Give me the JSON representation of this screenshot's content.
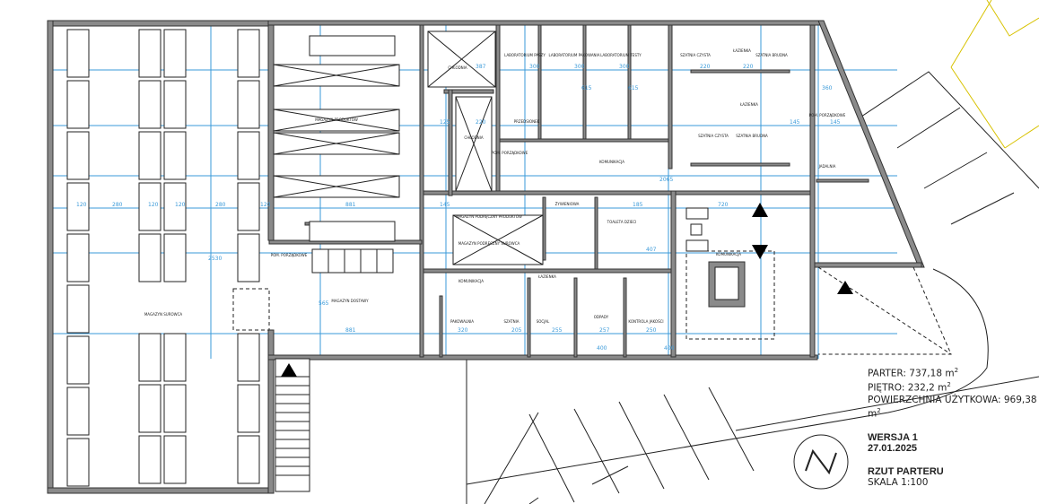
{
  "title_block": {
    "parter_label": "PARTER: 737,18 m",
    "pietro_label": "PIĘTRO: 232,2 m",
    "powierzchnia_label": "POWIERZCHNIA UŻYTKOWA: 969,38 m",
    "sup": "2",
    "version": "WERSJA 1",
    "date": "27.01.2025",
    "drawing_title": "RZUT PARTERU",
    "scale": "SKALA 1:100"
  },
  "rooms": [
    "MAGAZYN SUROWCA",
    "MAGAZYN PRODUKTÓW",
    "CHŁODNIA",
    "CHŁODNIA",
    "LABORATORIUM PASZY",
    "LABORATORIUM PAKOWANIA",
    "LABORATORIUM TESTY",
    "PRZEDSIONEK",
    "POM. PORZĄDKOWE",
    "KOMUNIKACJA",
    "SZATNIA CZYSTA",
    "ŁAZIENKA",
    "SZATNIA BRUDNA",
    "ŁAZIENKA",
    "SZATNIA CZYSTA",
    "SZATNIA BRUDNA",
    "POM. PORZĄDKOWE",
    "JADALNIA",
    "MAGAZYN PODRĘCZNY PRODUKTÓW",
    "MAGAZYN PODRĘCZNY SUROWCA",
    "ŻYWIENIOWA",
    "TOALETA DZIECI",
    "POM. PORZĄDKOWE",
    "MAGAZYN DOSTAWY",
    "KOMUNIKACJA",
    "ŁAZIENKA",
    "PAKOWALNIA",
    "SZATNIA",
    "SOCJAL",
    "ODPADY",
    "KONTROLA JAKOŚCI",
    "KOMUNIKACJA"
  ],
  "dimensions": [
    "120",
    "280",
    "120",
    "120",
    "280",
    "120",
    "881",
    "387",
    "300",
    "300",
    "300",
    "220",
    "220",
    "125",
    "220",
    "2065",
    "145",
    "185",
    "720",
    "881",
    "320",
    "205",
    "255",
    "257",
    "250",
    "565",
    "2530",
    "615",
    "615",
    "360",
    "145",
    "145",
    "407",
    "400",
    "400"
  ],
  "colors": {
    "grid": "#3a9ad9",
    "wall": "#8a8a8a",
    "line": "#222222"
  }
}
